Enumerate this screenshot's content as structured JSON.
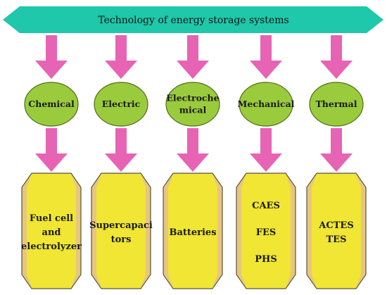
{
  "header": {
    "title": "Technology of energy storage systems"
  },
  "categories": [
    {
      "label": "Chemical"
    },
    {
      "label": "Electric"
    },
    {
      "label": "Electroche\nmical"
    },
    {
      "label": "Mechanical"
    },
    {
      "label": "Thermal"
    }
  ],
  "technologies": [
    {
      "lines": [
        "Fuel cell",
        "and",
        "electrolyzer"
      ]
    },
    {
      "lines": [
        "Supercapaci",
        "tors"
      ]
    },
    {
      "lines": [
        "Batteries"
      ]
    },
    {
      "lines": [
        "CAES",
        "FES",
        "PHS"
      ]
    },
    {
      "lines": [
        "ACTES",
        "TES"
      ]
    }
  ],
  "colors": {
    "banner": "#1fc7ab",
    "arrow": "#e763b4",
    "ellipse_fill": "#9acb3c",
    "ellipse_stroke": "#4f6e1c",
    "box_fill": "#f0e633",
    "box_side": "#e7c680",
    "box_stroke": "#3a3a1a"
  }
}
